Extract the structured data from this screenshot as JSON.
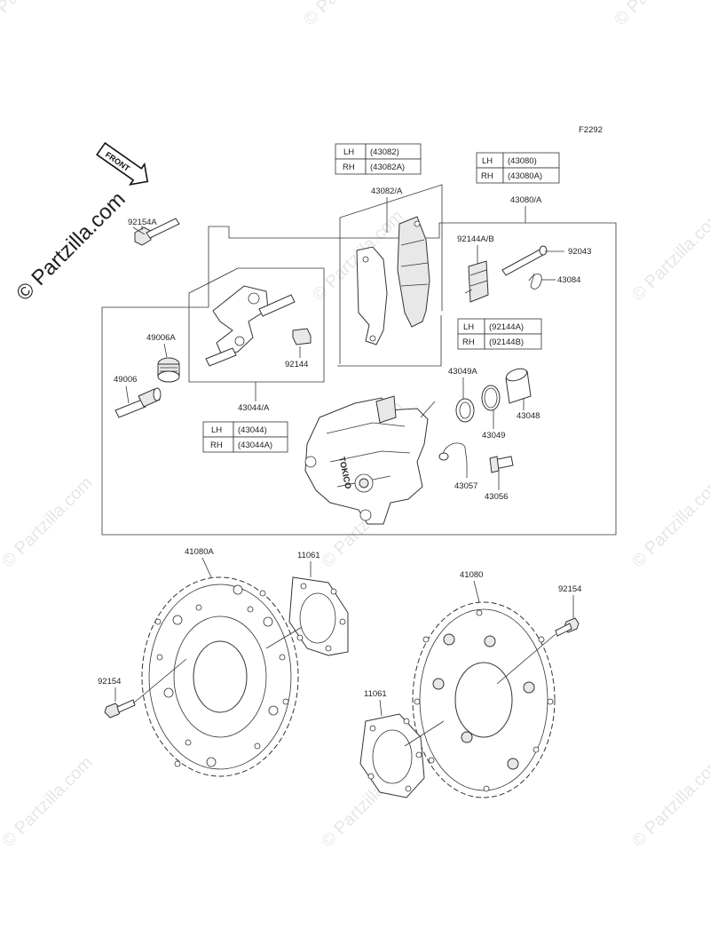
{
  "figure_code": "F2292",
  "watermark": {
    "site": "Partzilla.com",
    "main_text": "© Partzilla.com",
    "tiles": [
      "© Partzilla.com",
      "© Partzilla.com",
      "© Partzilla.com",
      "© Partzilla.com",
      "© Partzilla.com",
      "© Partzilla.com",
      "© Partzilla.com",
      "© Partzilla.com",
      "© Partzilla.com",
      "© Partzilla.com",
      "© Partzilla.com",
      "© Partzilla.com"
    ]
  },
  "front_marker": "FRONT",
  "caliper_brand": "TOKICO",
  "part_labels": {
    "p92154A": "92154A",
    "p49006A": "49006A",
    "p49006": "49006",
    "p43044A": "43044/A",
    "p92144": "92144",
    "p43082A": "43082/A",
    "p43080A": "43080/A",
    "p92144AB": "92144A/B",
    "p92043": "92043",
    "p43084": "43084",
    "p43049A": "43049A",
    "p43048": "43048",
    "p43049": "43049",
    "p43057": "43057",
    "p43056": "43056",
    "p41080A": "41080A",
    "p11061_top": "11061",
    "p41080": "41080",
    "p92154_right": "92154",
    "p92154_left": "92154",
    "p11061_bottom": "11061"
  },
  "tables": {
    "pads": {
      "rows": [
        {
          "side": "LH",
          "code": "(43082)"
        },
        {
          "side": "RH",
          "code": "(43082A)"
        }
      ]
    },
    "pad_set": {
      "rows": [
        {
          "side": "LH",
          "code": "(43080)"
        },
        {
          "side": "RH",
          "code": "(43080A)"
        }
      ]
    },
    "spring": {
      "rows": [
        {
          "side": "LH",
          "code": "(92144A)"
        },
        {
          "side": "RH",
          "code": "(92144B)"
        }
      ]
    },
    "holder": {
      "rows": [
        {
          "side": "LH",
          "code": "(43044)"
        },
        {
          "side": "RH",
          "code": "(43044A)"
        }
      ]
    }
  }
}
